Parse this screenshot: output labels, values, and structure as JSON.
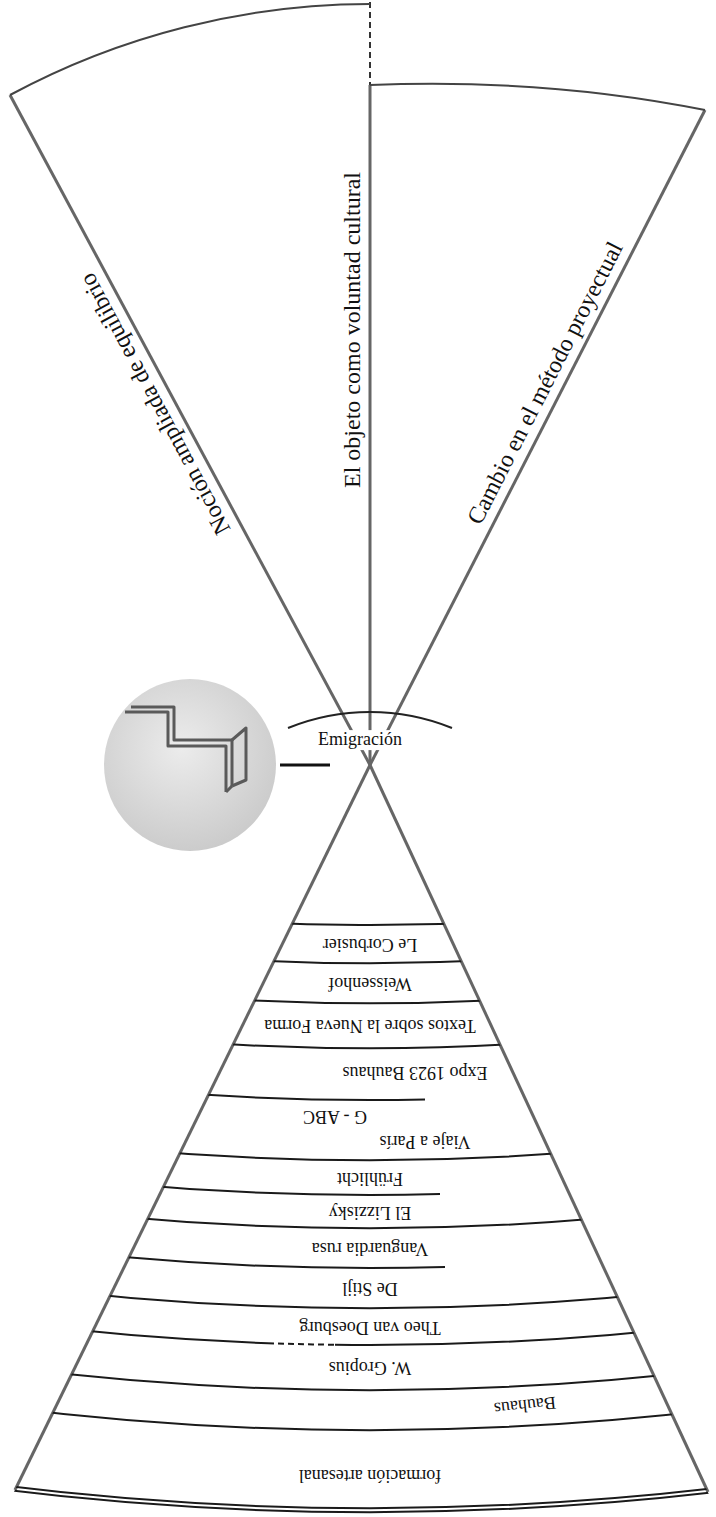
{
  "diagram": {
    "labels": [
      "Noción ampliada de equilibrio",
      "El objeto como voluntad cultural",
      "Cambio en el método proyectual",
      "Emigración",
      "Le Corbusier",
      "Weissenhof",
      "Textos sobre la Nueva Forma",
      "Expo 1923 Bauhaus",
      "G - ABC",
      "Viaje a París",
      "Frühlicht",
      "El Lizzisky",
      "Vanguardia rusa",
      "De Stijl",
      "Theo van Doesburg",
      "W. Gropius",
      "Bauhaus",
      "formación artesanal"
    ]
  }
}
